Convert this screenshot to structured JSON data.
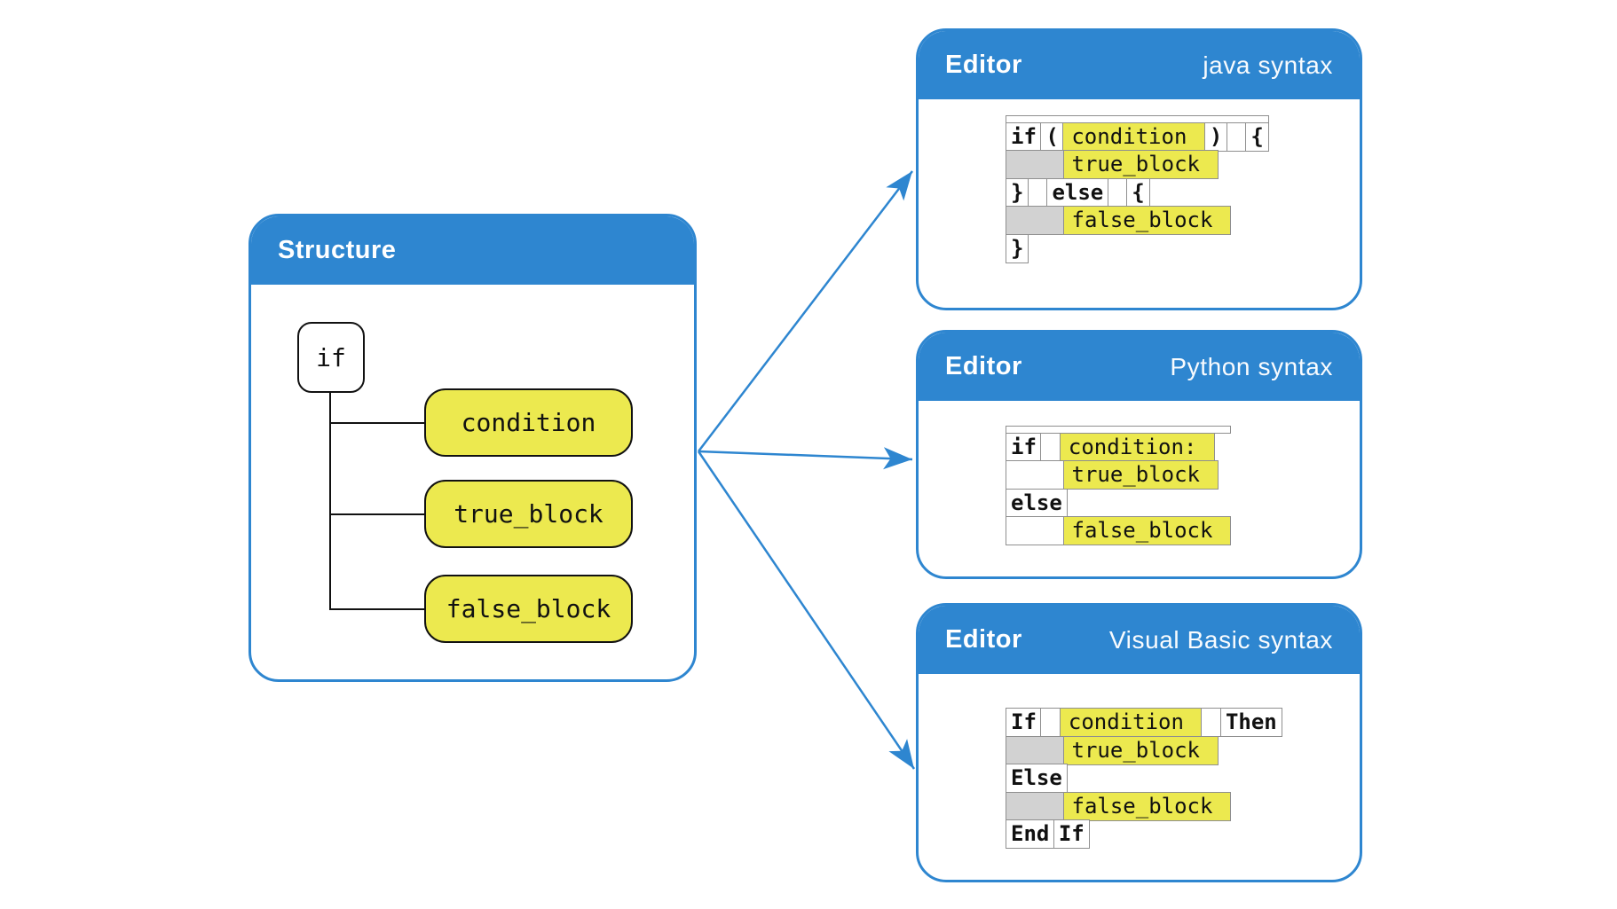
{
  "colors": {
    "accent_blue": "#2e86d0",
    "highlight_yellow": "#ece94f",
    "indent_gray": "#d2d2d2",
    "cell_border": "#8f8f8f"
  },
  "structure": {
    "title": "Structure",
    "root": "if",
    "children": [
      "condition",
      "true_block",
      "false_block"
    ]
  },
  "editors": {
    "java": {
      "title": "Editor",
      "syntax": "java syntax",
      "rows": [
        [
          "if",
          "(",
          "condition",
          ")",
          "",
          "{"
        ],
        [
          "",
          "true_block"
        ],
        [
          "}",
          "",
          "else",
          "",
          "{"
        ],
        [
          "",
          "false_block"
        ],
        [
          "}"
        ]
      ]
    },
    "python": {
      "title": "Editor",
      "syntax": "Python syntax",
      "rows": [
        [
          "if",
          "",
          "condition:"
        ],
        [
          "",
          "true_block"
        ],
        [
          "else"
        ],
        [
          "",
          "false_block"
        ]
      ]
    },
    "vb": {
      "title": "Editor",
      "syntax": "Visual Basic syntax",
      "rows": [
        [
          "If",
          "",
          "condition",
          "",
          "Then"
        ],
        [
          "",
          "true_block"
        ],
        [
          "Else"
        ],
        [
          "",
          "false_block"
        ],
        [
          "End",
          "If"
        ]
      ]
    }
  }
}
